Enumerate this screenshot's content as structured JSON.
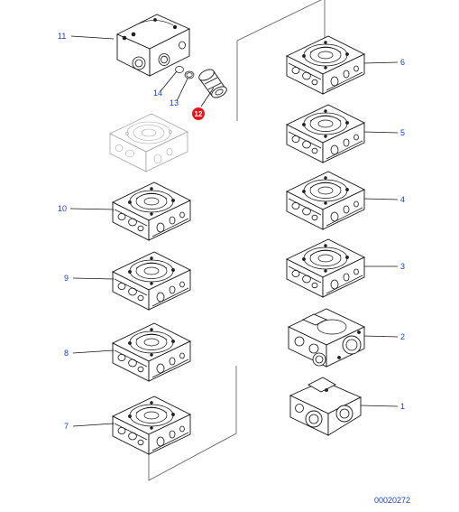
{
  "diagram": {
    "reference_number": "00020272",
    "highlight_color": "#e3161c",
    "label_color": "#1a3fb0",
    "callouts": {
      "c1": "1",
      "c2": "2",
      "c3": "3",
      "c4": "4",
      "c5": "5",
      "c6": "6",
      "c7": "7",
      "c8": "8",
      "c9": "9",
      "c10": "10",
      "c11": "11",
      "c12": "12",
      "c13": "13",
      "c14": "14"
    }
  }
}
